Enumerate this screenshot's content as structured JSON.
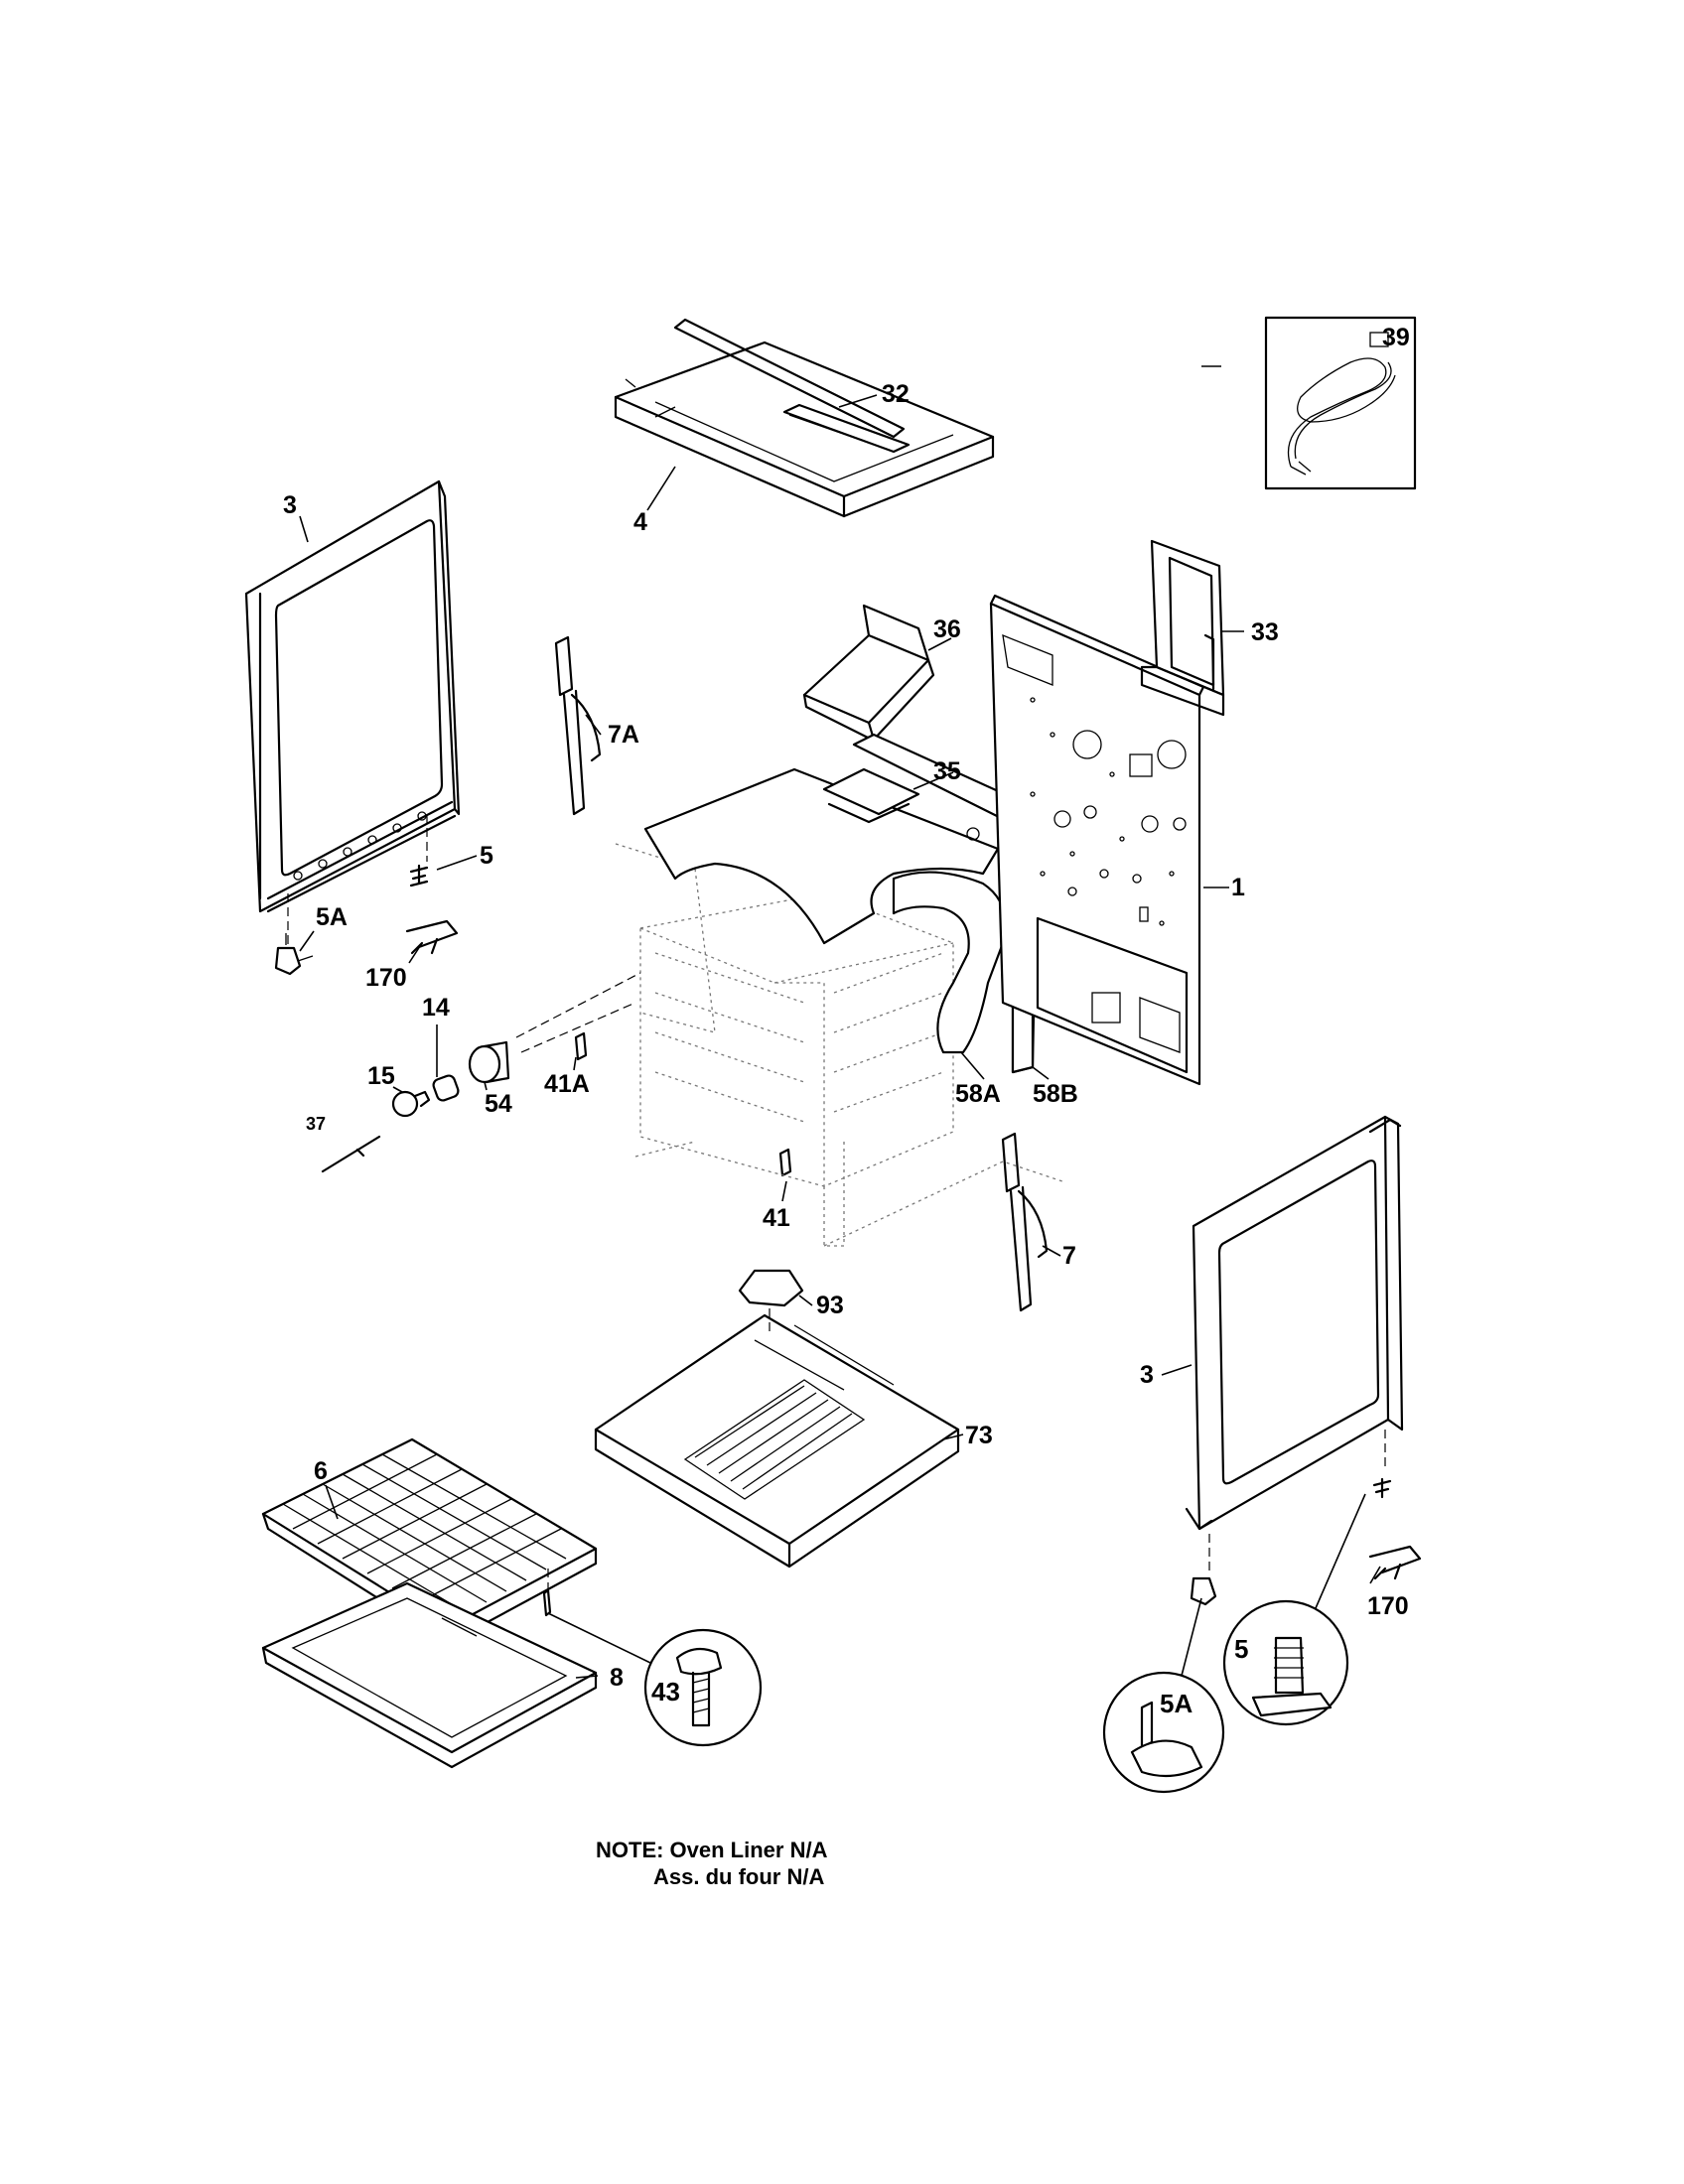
{
  "parts": {
    "p1": "1",
    "p3_left": "3",
    "p3_right": "3",
    "p4": "4",
    "p5_left": "5",
    "p5_detail": "5",
    "p5a_left": "5A",
    "p5a_detail": "5A",
    "p6": "6",
    "p7": "7",
    "p7a": "7A",
    "p8": "8",
    "p14": "14",
    "p15": "15",
    "p32": "32",
    "p33": "33",
    "p35": "35",
    "p36": "36",
    "p37": "37",
    "p39": "39",
    "p41": "41",
    "p41a": "41A",
    "p43": "43",
    "p54": "54",
    "p58a": "58A",
    "p58b": "58B",
    "p73": "73",
    "p93": "93",
    "p170_left": "170",
    "p170_right": "170"
  },
  "note": {
    "line1": "NOTE: Oven Liner N/A",
    "line2": "Ass. du four N/A"
  }
}
